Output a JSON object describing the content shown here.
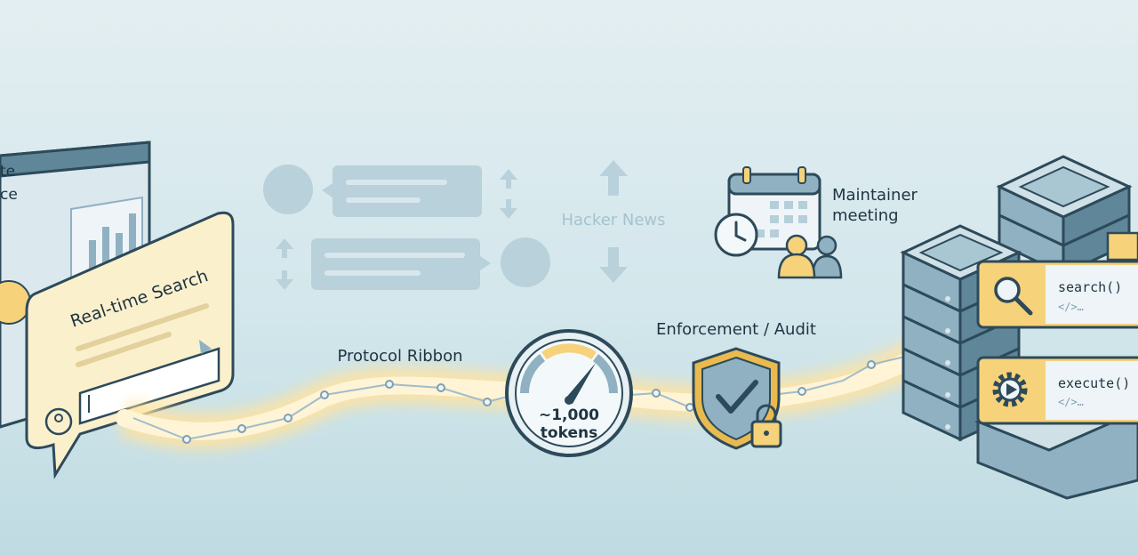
{
  "dashboard": {
    "title_fragment_1": "te",
    "title_fragment_2": "ce"
  },
  "search_card": {
    "title": "Real-time Search"
  },
  "ribbon": {
    "label": "Protocol Ribbon"
  },
  "gauge": {
    "line1": "~1,000",
    "line2": "tokens"
  },
  "enforcement": {
    "label": "Enforcement / Audit"
  },
  "forum": {
    "label": "Hacker News"
  },
  "meeting": {
    "line1": "Maintainer",
    "line2": "meeting"
  },
  "tools": [
    {
      "name": "search()",
      "snippet": "</>…",
      "icon": "magnifier-icon"
    },
    {
      "name": "execute()",
      "snippet": "</>…",
      "icon": "gear-play-icon"
    }
  ],
  "colors": {
    "accent_yellow": "#f6d27a",
    "outline": "#2d4a5a",
    "steel": "#8fb1c2",
    "glow": "#ffe3a0"
  }
}
